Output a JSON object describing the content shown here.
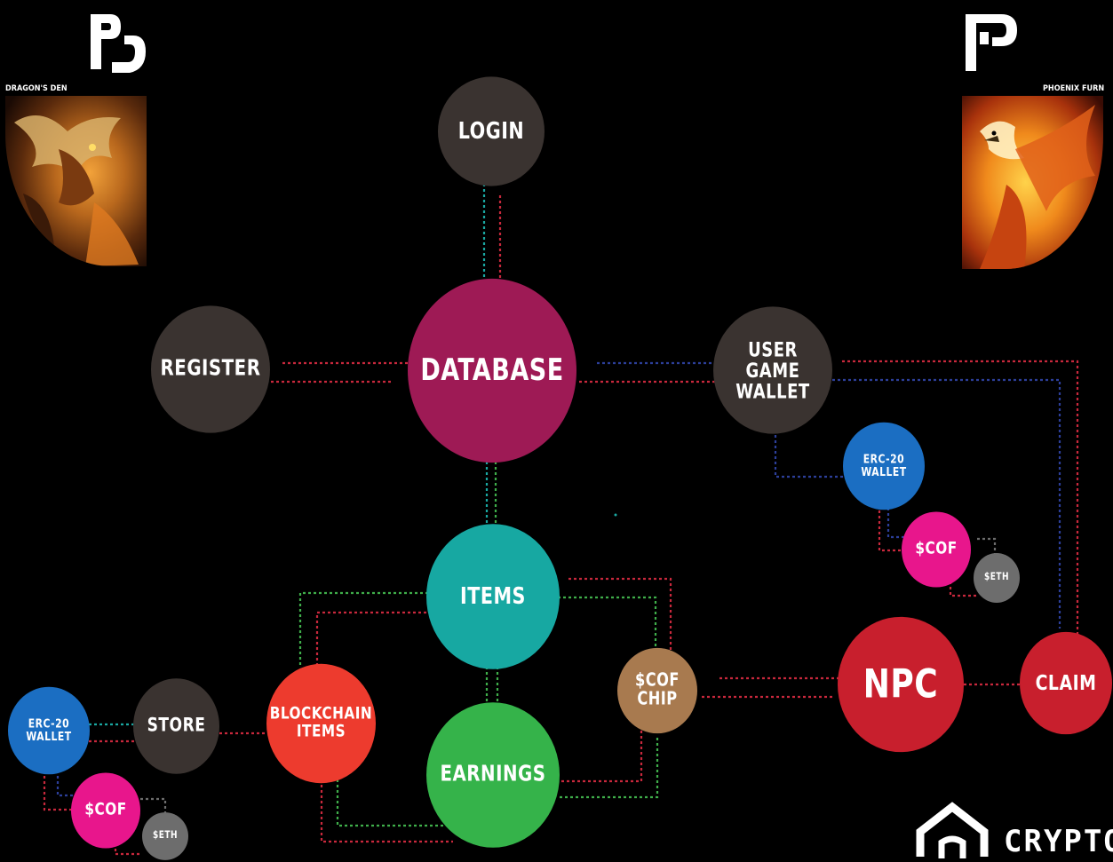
{
  "brands": {
    "left": {
      "logo": "PD",
      "name": "DRAGON'S DEN"
    },
    "right": {
      "logo": "P",
      "name": "PHOENIX FURN"
    }
  },
  "nodes": {
    "login": {
      "label": "LOGIN",
      "color": "#3a3330"
    },
    "database": {
      "label": "DATABASE",
      "color": "#9e1a55"
    },
    "register": {
      "label": "REGISTER",
      "color": "#3a3330"
    },
    "user_game_wallet": {
      "label": "USER\nGAME\nWALLET",
      "color": "#3a3330"
    },
    "erc20_wallet_right": {
      "label": "ERC-20\nWALLET",
      "color": "#1b6ec2"
    },
    "cof_right": {
      "label": "$COF",
      "color": "#e8168c"
    },
    "eth_right": {
      "label": "$ETH",
      "color": "#6d6d6d"
    },
    "items": {
      "label": "ITEMS",
      "color": "#17a8a2"
    },
    "earnings": {
      "label": "EARNINGS",
      "color": "#35b34a"
    },
    "blockchain_items": {
      "label": "BLOCKCHAIN\nITEMS",
      "color": "#ed3b2e"
    },
    "cof_chip": {
      "label": "$COF\nCHIP",
      "color": "#a87a4f"
    },
    "npc": {
      "label": "NPC",
      "color": "#c81f2d"
    },
    "claim": {
      "label": "CLAIM",
      "color": "#c81f2d"
    },
    "store": {
      "label": "STORE",
      "color": "#3a3330"
    },
    "erc20_wallet_left": {
      "label": "ERC-20\nWALLET",
      "color": "#1b6ec2"
    },
    "cof_left": {
      "label": "$COF",
      "color": "#e8168c"
    },
    "eth_left": {
      "label": "$ETH",
      "color": "#6d6d6d"
    }
  },
  "watermark": {
    "text": "CRYPTO"
  },
  "line_colors": {
    "red": "#c8283c",
    "teal": "#1aa8a2",
    "blue": "#2c3f9a",
    "green": "#3fae4a"
  }
}
